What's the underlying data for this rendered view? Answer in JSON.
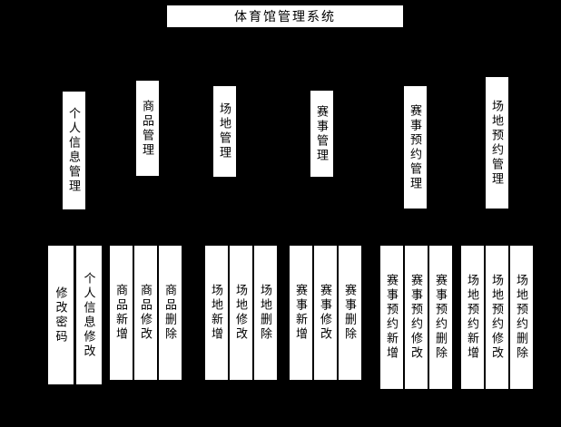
{
  "root": {
    "label": "体育馆管理系统"
  },
  "level2": [
    {
      "label": "个人信息管理"
    },
    {
      "label": "商品管理"
    },
    {
      "label": "场地管理"
    },
    {
      "label": "赛事管理"
    },
    {
      "label": "赛事预约管理"
    },
    {
      "label": "场地预约管理"
    }
  ],
  "groups": [
    {
      "items": [
        "修改密码",
        "个人信息修改"
      ]
    },
    {
      "items": [
        "商品新增",
        "商品修改",
        "商品删除"
      ]
    },
    {
      "items": [
        "场地新增",
        "场地修改",
        "场地删除"
      ]
    },
    {
      "items": [
        "赛事新增",
        "赛事修改",
        "赛事删除"
      ]
    },
    {
      "items": [
        "赛事预约新增",
        "赛事预约修改",
        "赛事预约删除"
      ]
    },
    {
      "items": [
        "场地预约新增",
        "场地预约修改",
        "场地预约删除"
      ]
    }
  ],
  "colors": {
    "background": "#000000",
    "node_fill": "#ffffff",
    "node_border": "#000000",
    "text": "#000000"
  }
}
